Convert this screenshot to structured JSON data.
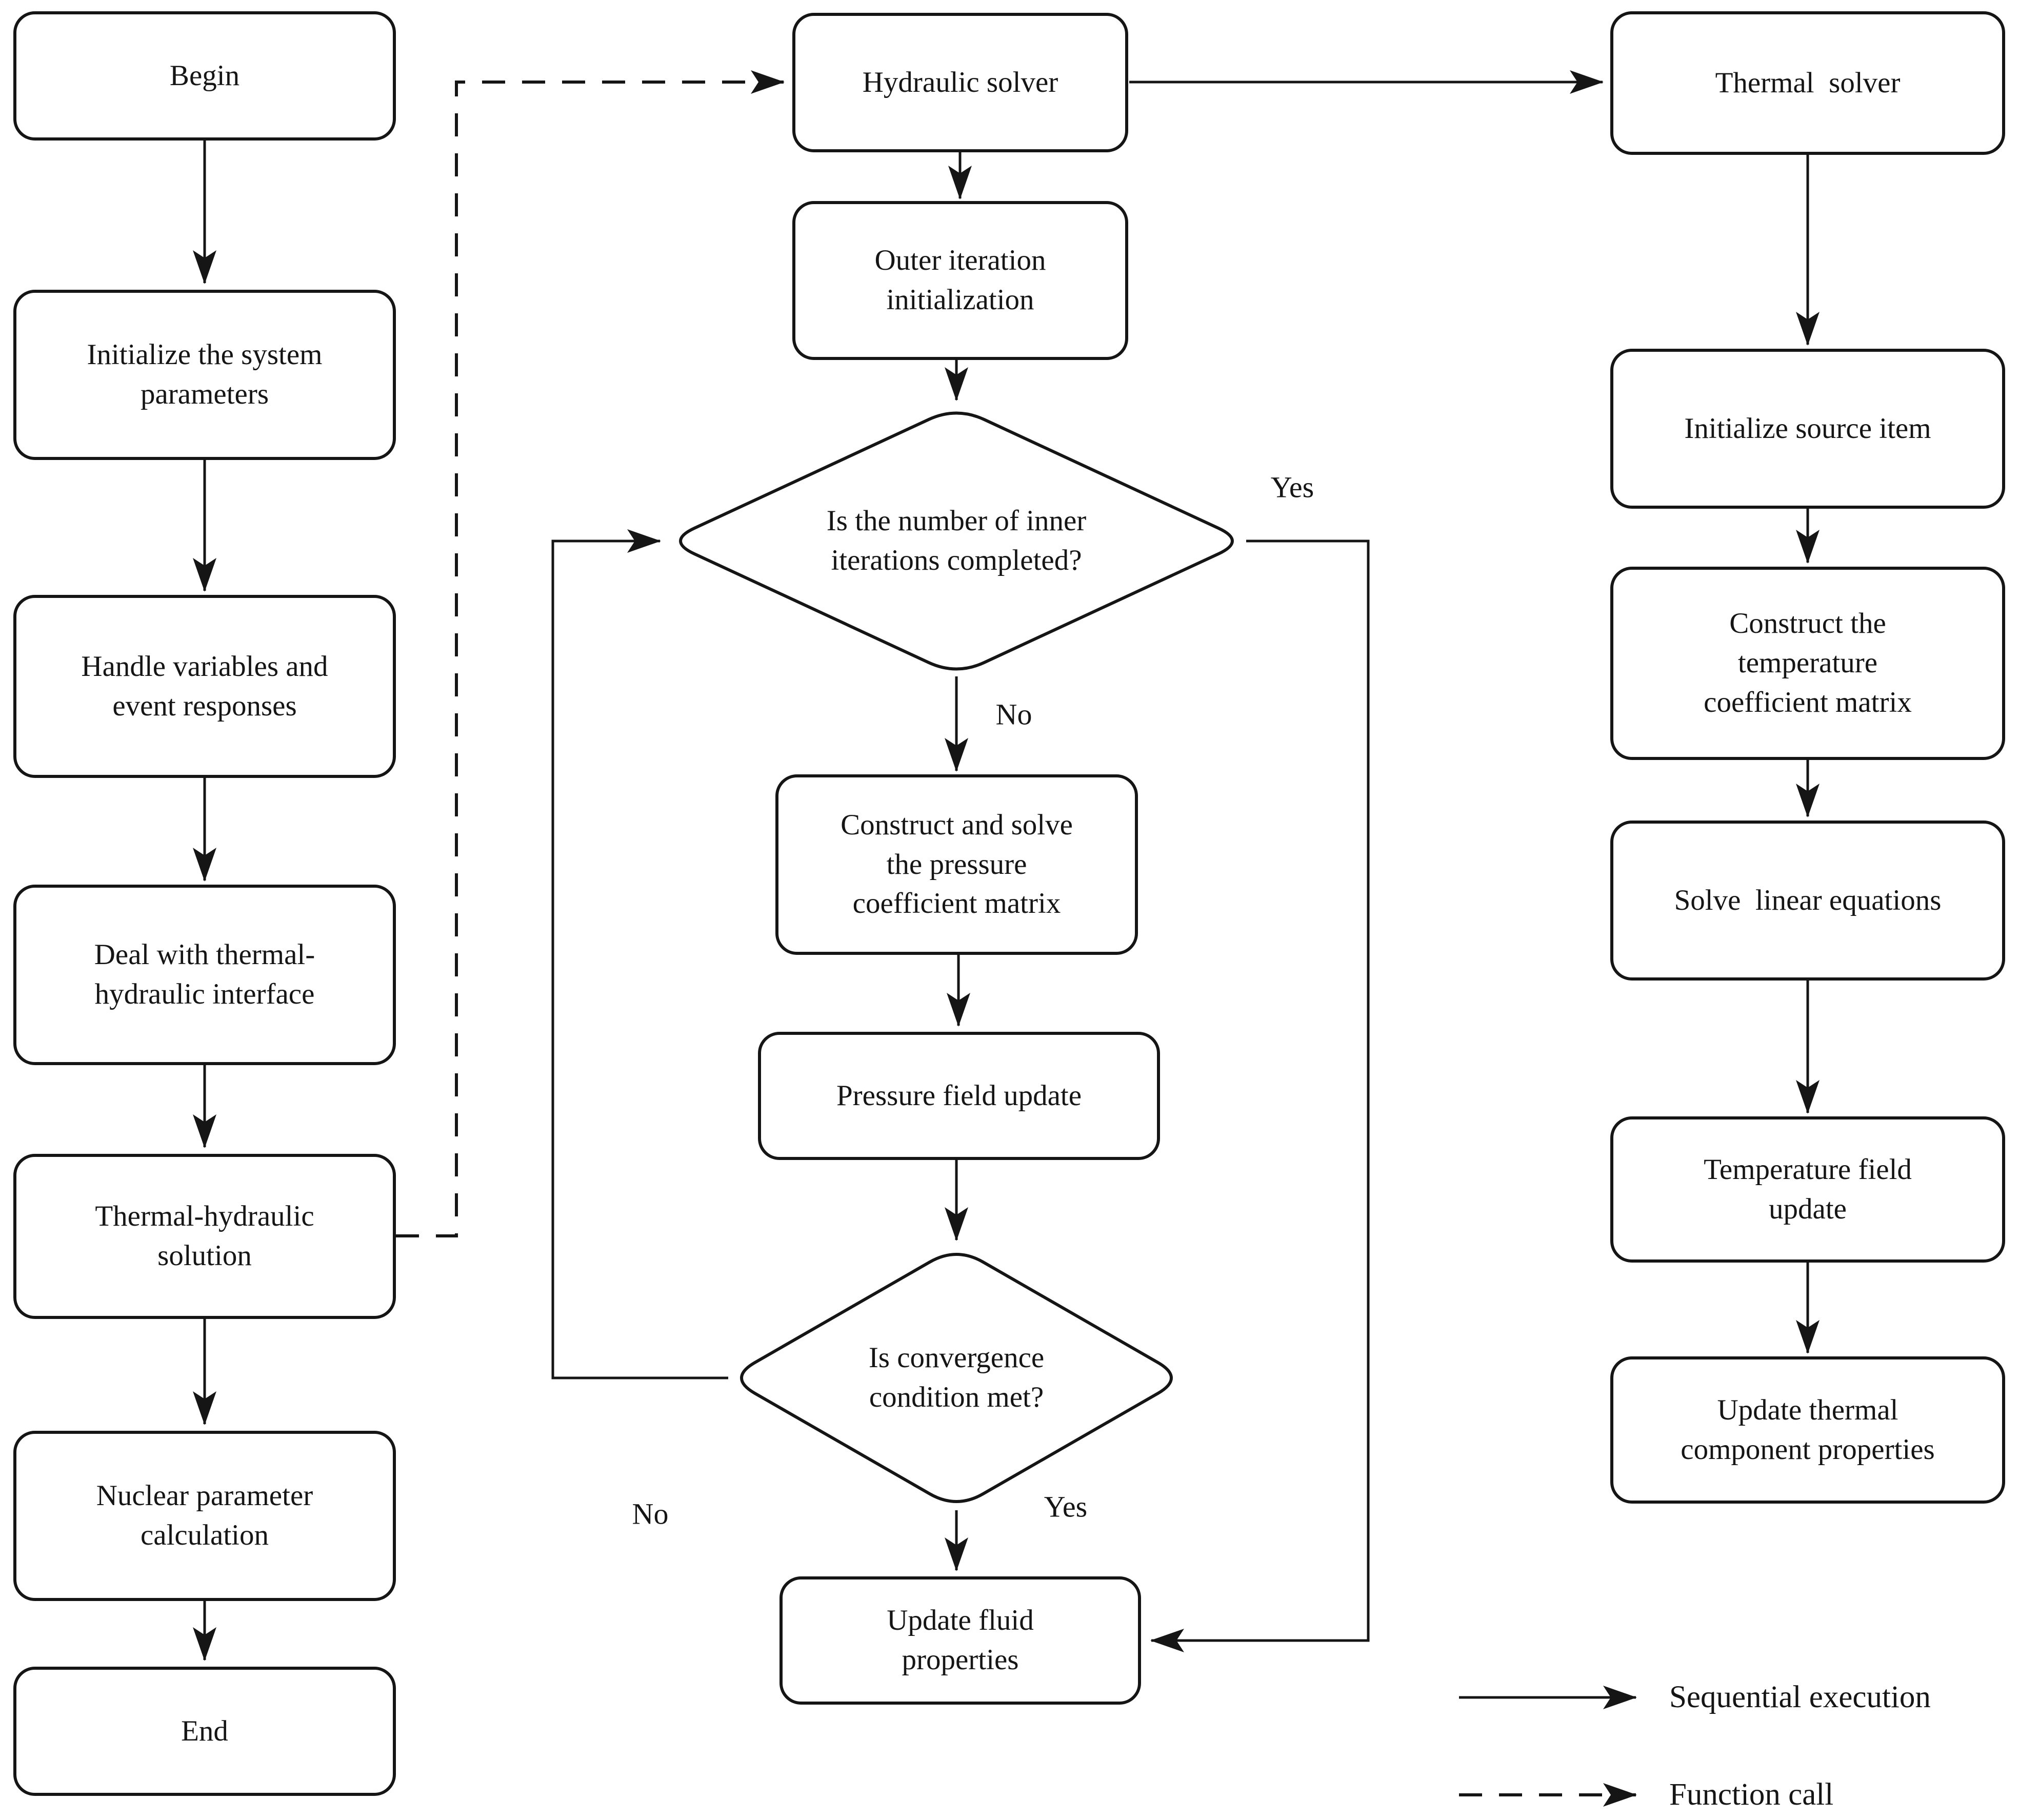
{
  "figure": {
    "type": "flowchart",
    "description": "Thermal-hydraulic solver flow diagram"
  },
  "nodes": {
    "begin": "Begin",
    "init": "Initialize the system\nparameters",
    "handle": "Handle variables and\nevent responses",
    "interface": "Deal with thermal-\nhydraulic interface",
    "th_solution": "Thermal-hydraulic\nsolution",
    "nuclear": "Nuclear parameter\ncalculation",
    "end": "End",
    "hydraulic": "Hydraulic solver",
    "outer": "Outer iteration\ninitialization",
    "inner_done": "Is the number of inner\niterations completed?",
    "construct_pressure": "Construct and solve\nthe pressure\ncoefficient matrix",
    "pressure_update": "Pressure field update",
    "convergence": "Is convergence\ncondition met?",
    "update_fluid": "Update fluid\nproperties",
    "thermal": "Thermal  solver",
    "init_source": "Initialize source item",
    "construct_temp": "Construct the\ntemperature\ncoefficient matrix",
    "solve_linear": "Solve  linear equations",
    "temp_update": "Temperature field\nupdate",
    "update_thermal": "Update thermal\ncomponent properties"
  },
  "edge_labels": {
    "inner_yes": "Yes",
    "inner_no": "No",
    "conv_no": "No",
    "conv_yes": "Yes"
  },
  "legend": {
    "sequential": "Sequential execution",
    "function_call": "Function call"
  },
  "colors": {
    "stroke": "#151515",
    "background": "#ffffff",
    "text": "#151515"
  }
}
